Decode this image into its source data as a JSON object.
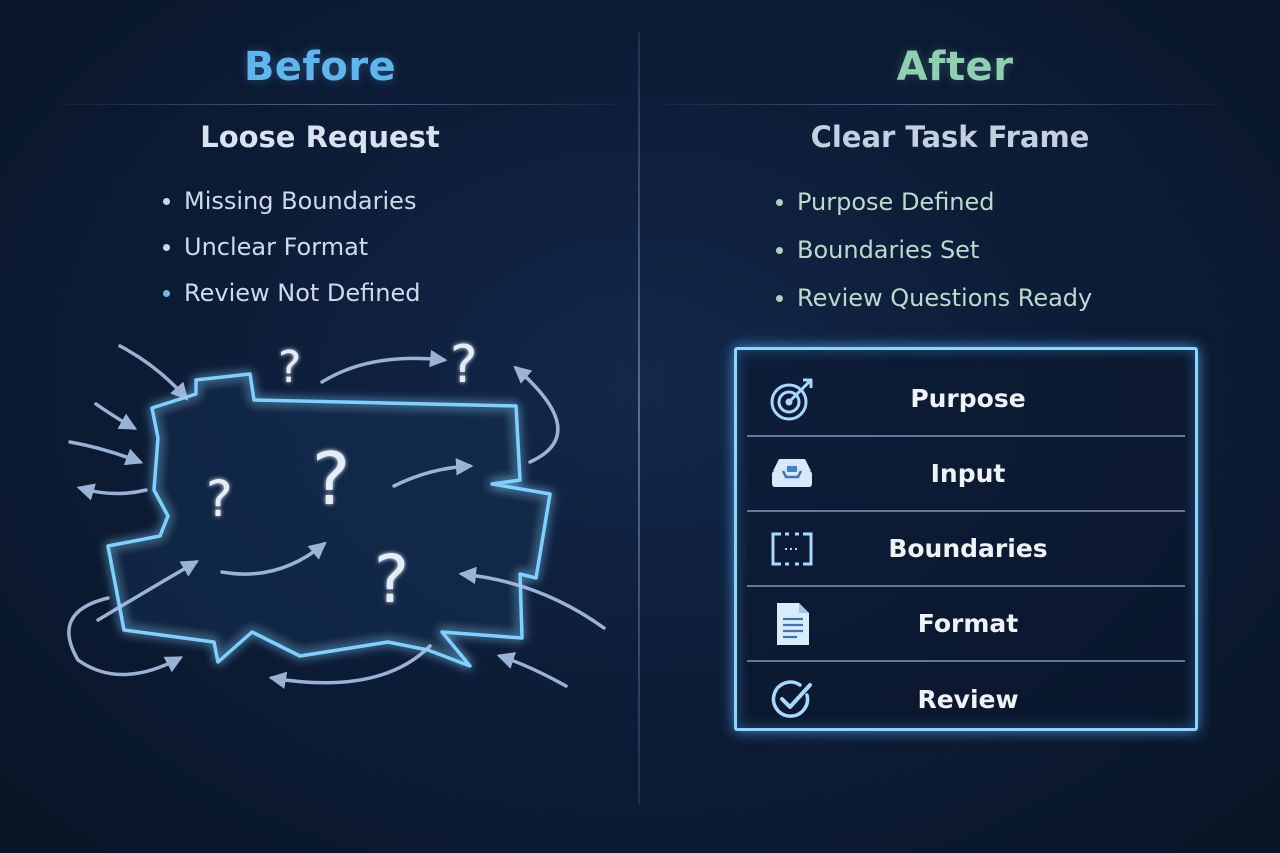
{
  "before": {
    "heading": "Before",
    "subheading": "Loose Request",
    "bullets": [
      "Missing Boundaries",
      "Unclear Format",
      "Review Not Defined"
    ]
  },
  "after": {
    "heading": "After",
    "subheading": "Clear Task Frame",
    "bullets": [
      "Purpose Defined",
      "Boundaries Set",
      "Review Questions Ready"
    ]
  },
  "task_frame": {
    "rows": [
      {
        "label": "Purpose",
        "icon": "target-icon"
      },
      {
        "label": "Input",
        "icon": "inbox-tray-icon"
      },
      {
        "label": "Boundaries",
        "icon": "dashed-brackets-icon"
      },
      {
        "label": "Format",
        "icon": "document-icon"
      },
      {
        "label": "Review",
        "icon": "check-circle-icon"
      }
    ]
  },
  "colors": {
    "before_accent": "#5fb6ee",
    "after_accent": "#8fd0b3",
    "glow": "#8fd4ff",
    "background": "#0d1d38"
  }
}
